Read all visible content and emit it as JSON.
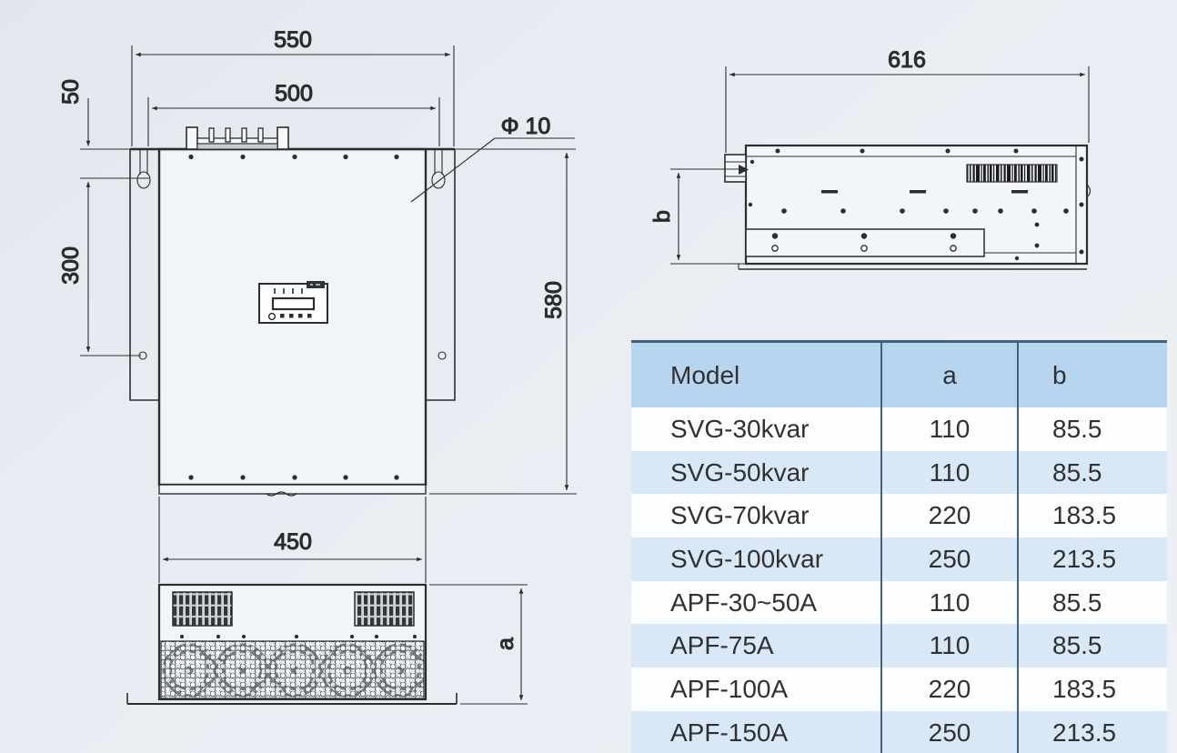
{
  "dimensions": {
    "front": {
      "overall_width": "550",
      "slot_spacing_h": "500",
      "slot_offset_top": "50",
      "slot_spacing_v": "300",
      "overall_height": "580",
      "body_width": "450",
      "slot_hole_dia": "Φ 10"
    },
    "bottom": {
      "depth_label": "a"
    },
    "side": {
      "overall_depth": "616",
      "height_label": "b"
    }
  },
  "table": {
    "headers": {
      "model": "Model",
      "a": "a",
      "b": "b"
    },
    "rows": [
      {
        "model": "SVG-30kvar",
        "a": "110",
        "b": "85.5"
      },
      {
        "model": "SVG-50kvar",
        "a": "110",
        "b": "85.5"
      },
      {
        "model": "SVG-70kvar",
        "a": "220",
        "b": "183.5"
      },
      {
        "model": "SVG-100kvar",
        "a": "250",
        "b": "213.5"
      },
      {
        "model": "APF-30~50A",
        "a": "110",
        "b": "85.5"
      },
      {
        "model": "APF-75A",
        "a": "110",
        "b": "85.5"
      },
      {
        "model": "APF-100A",
        "a": "220",
        "b": "183.5"
      },
      {
        "model": "APF-150A",
        "a": "250",
        "b": "213.5"
      }
    ]
  },
  "colors": {
    "background": "#e9edf3",
    "line": "#2d2d2d",
    "table_header_bg": "#b7d5ef",
    "table_row_alt_bg": "#d9e8f6",
    "table_row_bg": "#fbfdff",
    "table_border": "#44617c",
    "text": "#313131"
  }
}
